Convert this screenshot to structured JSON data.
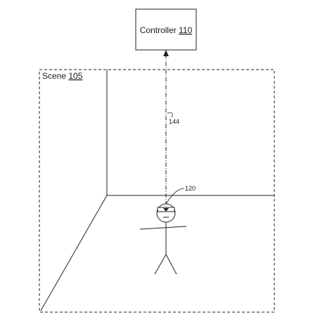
{
  "controller": {
    "name": "Controller",
    "ref": "110"
  },
  "scene": {
    "name": "Scene",
    "ref": "105"
  },
  "signal_ref": "144",
  "user_ref": "120"
}
